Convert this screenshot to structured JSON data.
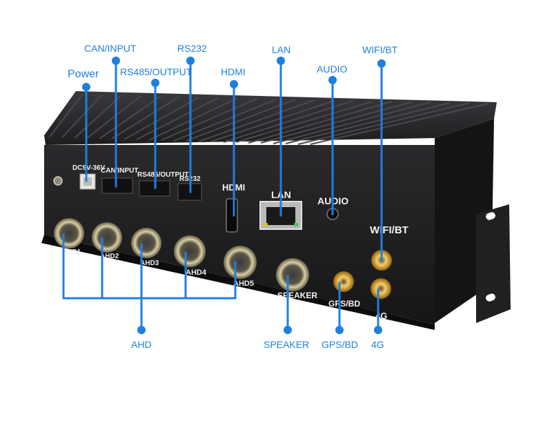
{
  "colors": {
    "callout": "#1e7fe0",
    "device_body": "#1c1c1e",
    "device_face": "#232325",
    "fins": "#2b2b2e",
    "connector_metal": "#c9b98f",
    "antenna_gold": "#d8a93a",
    "panel_text": "#f2f2f2"
  },
  "callouts": {
    "power": "Power",
    "can_input": "CAN/INPUT",
    "rs485_output": "RS485/OUTPUT",
    "rs232": "RS232",
    "hdmi": "HDMI",
    "lan": "LAN",
    "audio": "AUDIO",
    "wifi_bt": "WIFI/BT",
    "ahd": "AHD",
    "speaker": "SPEAKER",
    "gps_bd": "GPS/BD",
    "lte_4g": "4G"
  },
  "panel_labels": {
    "power": "DC9V-36V",
    "can_input": "CAN/INPUT",
    "rs485_output": "RS485/OUTPUT",
    "rs232": "RS232",
    "hdmi": "HDMI",
    "lan": "LAN",
    "audio": "AUDIO",
    "wifi_bt": "WIFI/BT",
    "ahd1": "AHD1",
    "ahd2": "AHD2",
    "ahd3": "AHD3",
    "ahd4": "AHD4",
    "ahd5": "AHD5",
    "speaker": "SPEAKER",
    "gps_bd": "GPS/BD",
    "lte_4g": "4G"
  }
}
